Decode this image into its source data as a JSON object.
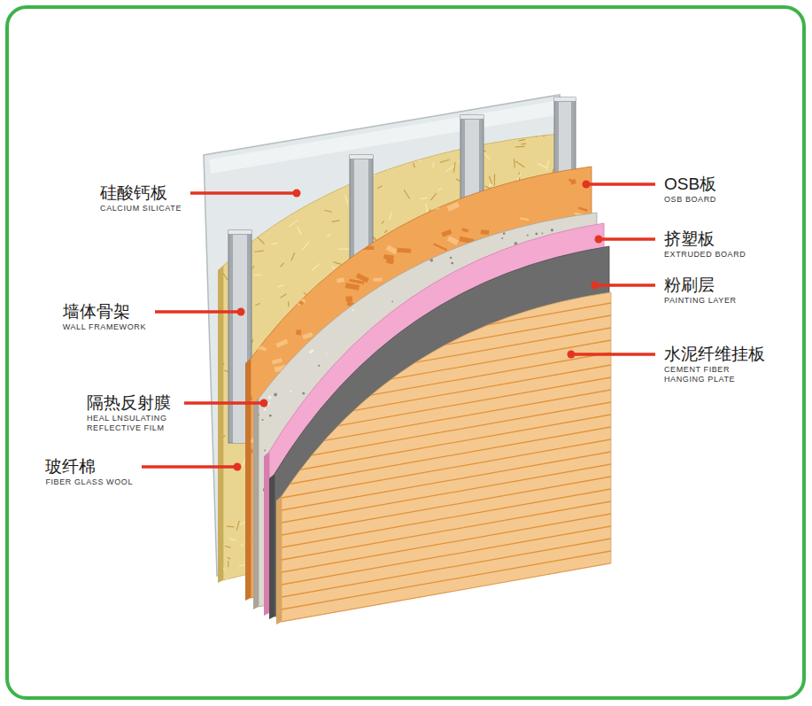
{
  "diagram": {
    "labels": [
      "硅酸钙板",
      "CALCIUM SILICATE",
      "墙体骨架",
      "WALL FRAMEWORK",
      "隔热反射膜",
      "HEAL LNSULATING REFLECTIVE FILM",
      "玻纤棉",
      "FIBER GLASS WOOL",
      "OSB板",
      "OSB BOARD",
      "挤塑板",
      "EXTRUDED BOARD",
      "粉刷层",
      "PAINTING LAYER",
      "水泥纤维挂板",
      "CEMENT FIBER HANGING PLATE"
    ]
  }
}
